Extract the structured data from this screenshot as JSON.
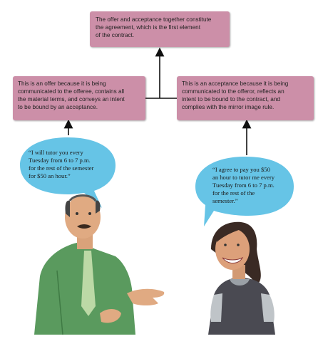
{
  "boxes": {
    "top": "The offer and acceptance together constitute\nthe agreement, which is the first element\nof the contract.",
    "left": "This is an offer because it is being\ncommunicated to the offeree, contains all\nthe material terms, and conveys an intent\nto be bound by an acceptance.",
    "right": "This is an acceptance because it is being\ncommunicated to the offeror, reflects an\nintent to be bound to the contract, and\ncomplies with the mirror image rule."
  },
  "bubbles": {
    "left": "“I will tutor you every\nTuesday from 6 to 7 p.m.\nfor the rest of the semester\nfor $50 an hour.”",
    "right": "“I agree to pay you $50\nan hour to tutor me every\nTuesday from 6 to 7 p.m.\nfor the rest of the\nsemester.”"
  },
  "colors": {
    "box_fill": "#cc8fa8",
    "bubble_fill": "#66c4e6",
    "arrow": "#111111"
  }
}
